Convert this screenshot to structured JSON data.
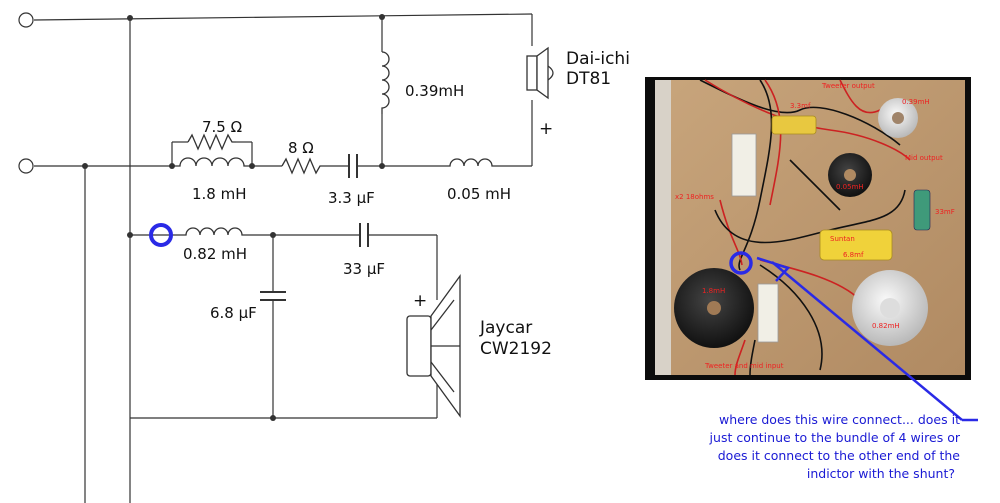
{
  "schematic": {
    "tweeter": {
      "name": "Dai-ichi",
      "model": "DT81",
      "polarity": "+"
    },
    "woofer": {
      "name": "Jaycar",
      "model": "CW2192",
      "polarity": "+"
    },
    "components": {
      "l_tweeter_shunt": "0.39mH",
      "r_parallel": "7.5 Ω",
      "l_series": "1.8 mH",
      "r_series": "8 Ω",
      "c_tweeter": "3.3 µF",
      "l_small": "0.05 mH",
      "l_woofer": "0.82 mH",
      "c_mid": "33 µF",
      "c_woofer_shunt": "6.8 µF"
    }
  },
  "photo": {
    "labels": {
      "tweeter_output": "Tweeter output",
      "mid_output": "Mid output",
      "res_pair": "x2 18ohms",
      "cap_33": "33mF",
      "cap_68": "6.8mf",
      "coil_082": "0.82mH",
      "coil_18": "1.8mH",
      "coil_039": "0.39mH",
      "coil_005": "0.05mH",
      "cap_33b": "3.3mf",
      "input": "Tweeter and mid input",
      "cap_brand": "Suntan"
    }
  },
  "annotation": {
    "lines": [
      "where does this wire connect... does it",
      "just continue to the bundle of 4 wires or",
      "does it connect to the other end of the",
      "indictor with the shunt?"
    ],
    "color": "#1a1ad4"
  }
}
